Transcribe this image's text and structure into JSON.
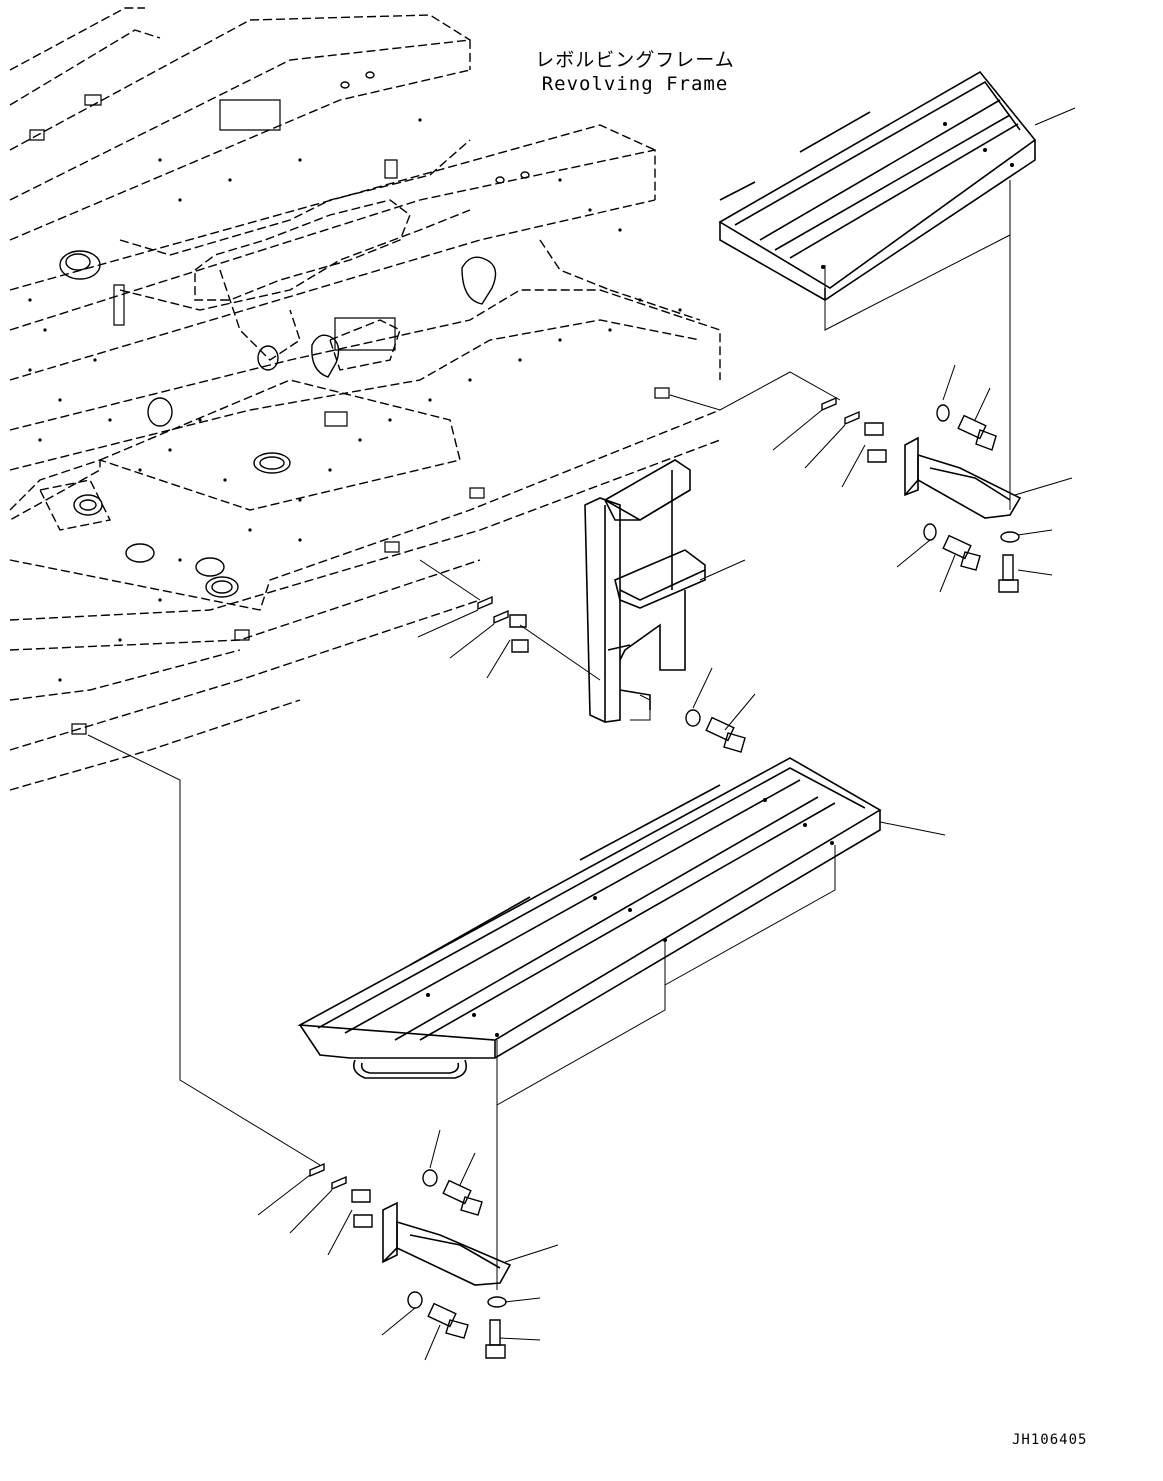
{
  "title": {
    "japanese": "レボルビングフレーム",
    "english": "Revolving Frame"
  },
  "drawing_id": "JH106405",
  "colors": {
    "line": "#000000",
    "background": "#ffffff"
  }
}
